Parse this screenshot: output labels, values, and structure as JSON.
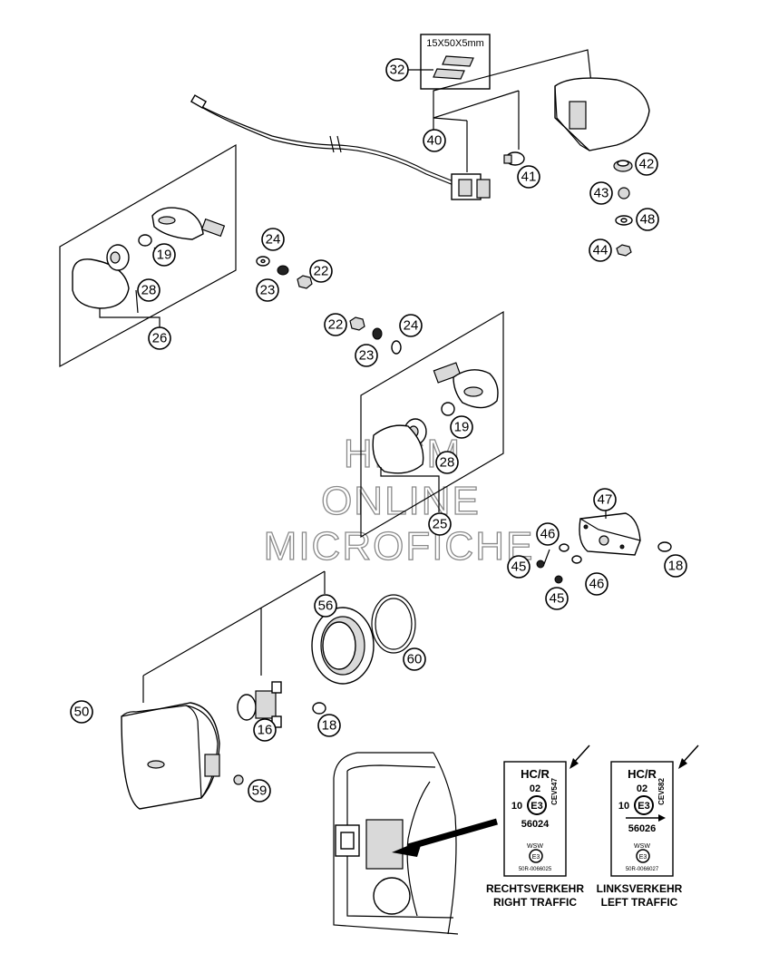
{
  "dimension_label": "15X50X5mm",
  "callouts": [
    {
      "id": "c32",
      "num": "32"
    },
    {
      "id": "c40",
      "num": "40"
    },
    {
      "id": "c41",
      "num": "41"
    },
    {
      "id": "c42",
      "num": "42"
    },
    {
      "id": "c43",
      "num": "43"
    },
    {
      "id": "c48",
      "num": "48"
    },
    {
      "id": "c44",
      "num": "44"
    },
    {
      "id": "c19a",
      "num": "19"
    },
    {
      "id": "c28a",
      "num": "28"
    },
    {
      "id": "c26",
      "num": "26"
    },
    {
      "id": "c24a",
      "num": "24"
    },
    {
      "id": "c22a",
      "num": "22"
    },
    {
      "id": "c23a",
      "num": "23"
    },
    {
      "id": "c22b",
      "num": "22"
    },
    {
      "id": "c24b",
      "num": "24"
    },
    {
      "id": "c23b",
      "num": "23"
    },
    {
      "id": "c19b",
      "num": "19"
    },
    {
      "id": "c28b",
      "num": "28"
    },
    {
      "id": "c25",
      "num": "25"
    },
    {
      "id": "c47",
      "num": "47"
    },
    {
      "id": "c46a",
      "num": "46"
    },
    {
      "id": "c45a",
      "num": "45"
    },
    {
      "id": "c46b",
      "num": "46"
    },
    {
      "id": "c45b",
      "num": "45"
    },
    {
      "id": "c18a",
      "num": "18"
    },
    {
      "id": "c56",
      "num": "56"
    },
    {
      "id": "c60",
      "num": "60"
    },
    {
      "id": "c50",
      "num": "50"
    },
    {
      "id": "c16",
      "num": "16"
    },
    {
      "id": "c18b",
      "num": "18"
    },
    {
      "id": "c59",
      "num": "59"
    }
  ],
  "watermark": [
    "HLSM",
    "ONLINE",
    "MICROFICHE"
  ],
  "labels": {
    "right": {
      "cert": "HC/R",
      "num02": "02",
      "side_code": "CEV547",
      "ten": "10",
      "emark": "E3",
      "approval": "56024",
      "wsw": "WSW",
      "emark2": "E3",
      "small_code": "50R-0066025",
      "caption_de": "RECHTSVERKEHR",
      "caption_en": "RIGHT TRAFFIC"
    },
    "left": {
      "cert": "HC/R",
      "num02": "02",
      "side_code": "CEV582",
      "ten": "10",
      "emark": "E3",
      "approval": "56026",
      "wsw": "WSW",
      "emark2": "E3",
      "small_code": "50R-0066027",
      "caption_de": "LINKSVERKEHR",
      "caption_en": "LEFT TRAFFIC"
    }
  }
}
